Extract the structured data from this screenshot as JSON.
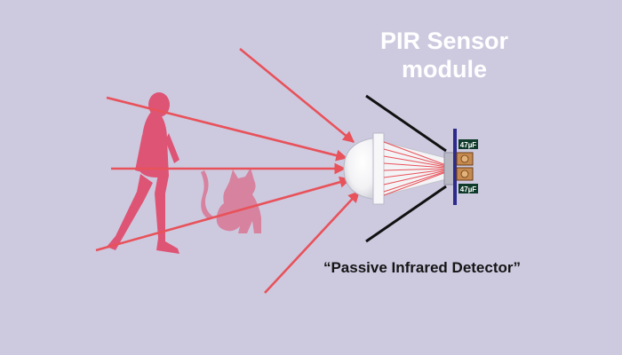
{
  "title": {
    "line1": "PIR Sensor",
    "line2": "module"
  },
  "caption": "“Passive Infrared Detector”",
  "capacitors": {
    "top_label": "47µF",
    "bottom_label": "47µF"
  },
  "colors": {
    "background": "#cdcae0",
    "ray": "#e8525a",
    "silhouette": "#e0486a",
    "title": "#ffffff",
    "board": "#2d2a8c"
  },
  "icons": {
    "person": "walking-person-silhouette",
    "cat": "sitting-cat-silhouette",
    "sensor": "fresnel-lens-dome"
  }
}
